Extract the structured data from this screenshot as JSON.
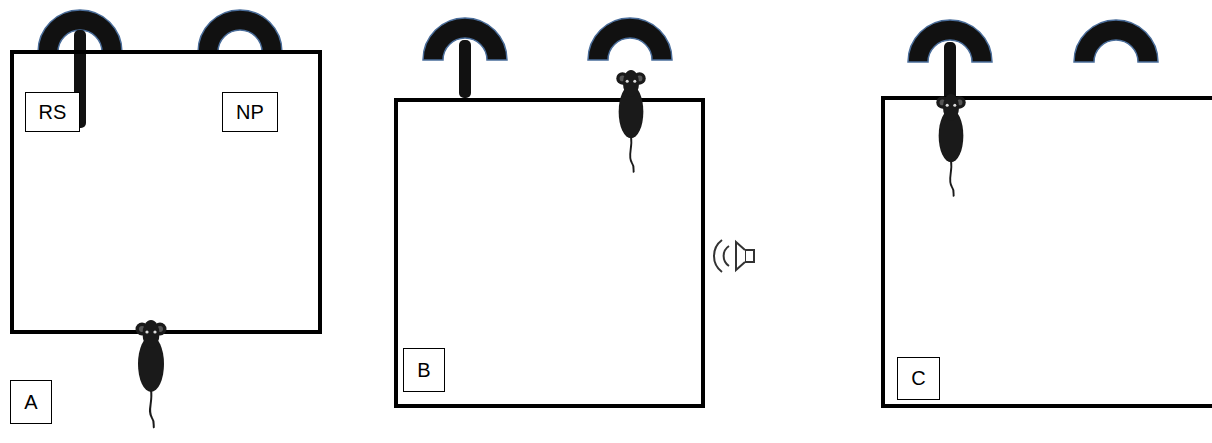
{
  "diagram": {
    "nodes": [
      {
        "text": [
          "RS"
        ]
      },
      {
        "text": [
          "NP"
        ]
      },
      {
        "text": [
          "A"
        ]
      },
      {
        "text": [
          "B"
        ]
      },
      {
        "text": [
          "C"
        ]
      }
    ]
  }
}
